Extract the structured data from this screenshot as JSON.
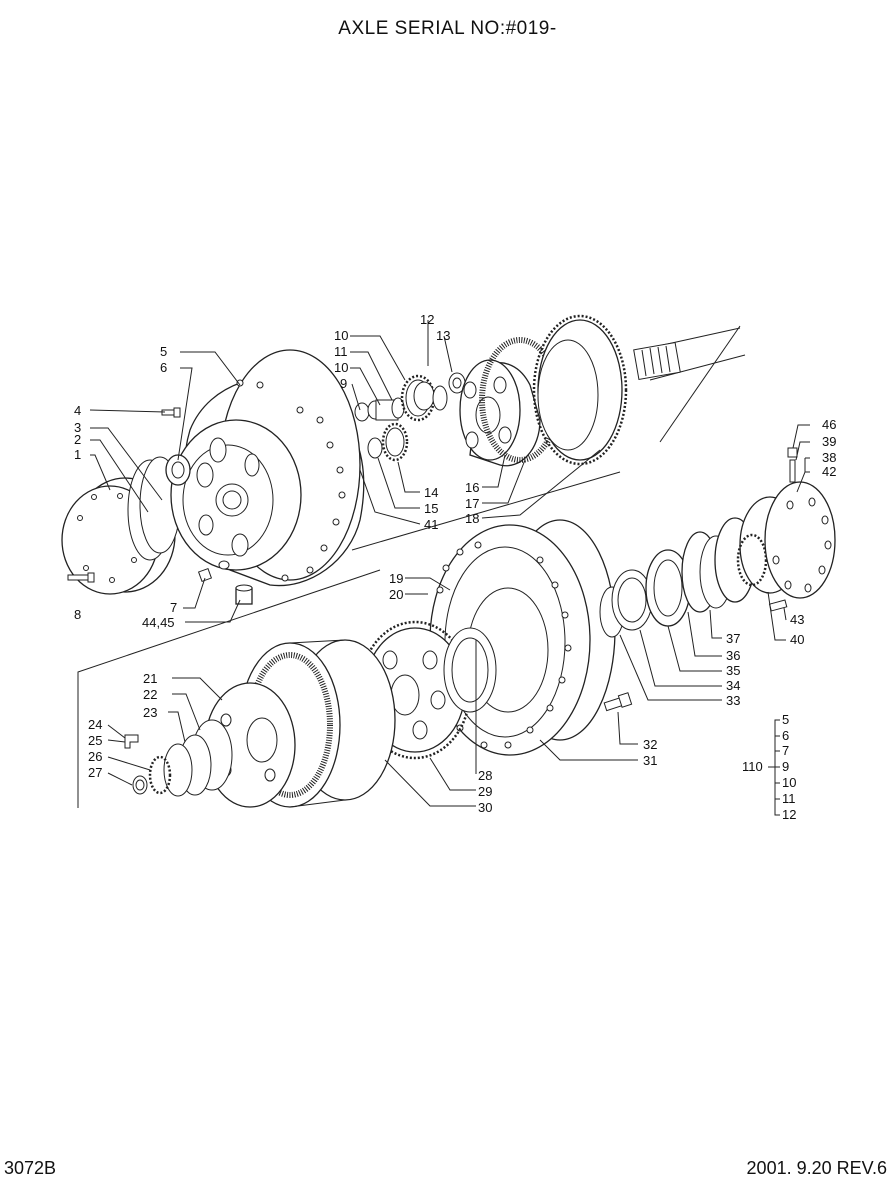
{
  "header": {
    "title": "AXLE SERIAL NO:#019-"
  },
  "footer": {
    "code": "3072B",
    "date_rev": "2001. 9.20  REV.6"
  },
  "callouts": {
    "c1": "1",
    "c2": "2",
    "c3": "3",
    "c4": "4",
    "c5": "5",
    "c6": "6",
    "c7": "7",
    "c8": "8",
    "c9": "9",
    "c10a": "10",
    "c10b": "10",
    "c11": "11",
    "c12": "12",
    "c13": "13",
    "c14": "14",
    "c15": "15",
    "c16": "16",
    "c17": "17",
    "c18": "18",
    "c19": "19",
    "c20": "20",
    "c21": "21",
    "c22": "22",
    "c23": "23",
    "c24": "24",
    "c25": "25",
    "c26": "26",
    "c27": "27",
    "c28": "28",
    "c29": "29",
    "c30": "30",
    "c31": "31",
    "c32": "32",
    "c33": "33",
    "c34": "34",
    "c35": "35",
    "c36": "36",
    "c37": "37",
    "c38": "38",
    "c39": "39",
    "c40": "40",
    "c41": "41",
    "c42": "42",
    "c43": "43",
    "c4445": "44,45",
    "c46": "46"
  },
  "kit_110": {
    "label": "110",
    "items": [
      "5",
      "6",
      "7",
      "9",
      "10",
      "11",
      "12"
    ]
  }
}
